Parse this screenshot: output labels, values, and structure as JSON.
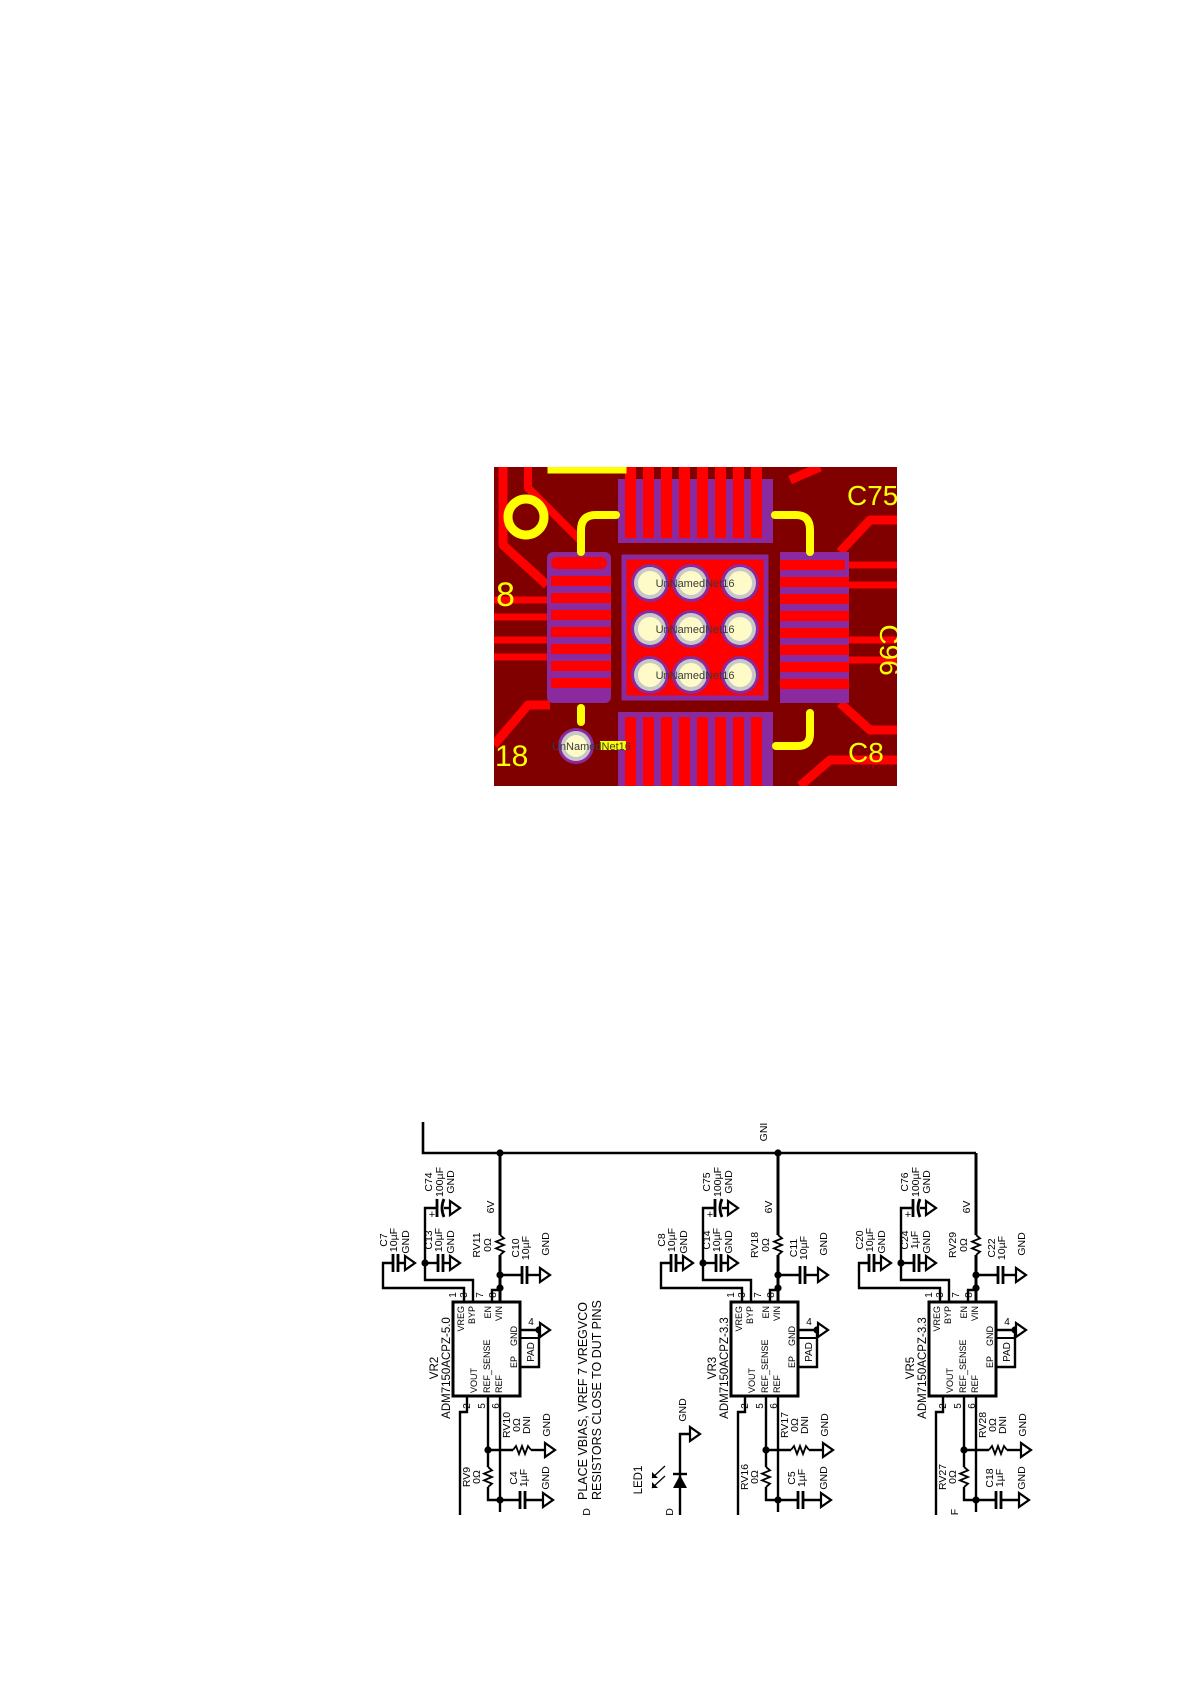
{
  "pcb": {
    "silkscreen": {
      "c75": "C75",
      "c96": "C96",
      "c8": "C8",
      "d8": "8",
      "d18": "18"
    },
    "net_label": "UnNamedNet16",
    "colors": {
      "board": "#800000",
      "copper": "#ff0000",
      "pad_outline": "#8a2a9e",
      "silkscreen": "#ffff00",
      "via_ring": "#c8c8c8",
      "via_hole": "#fffbc8"
    }
  },
  "schematic": {
    "bus_label": "GNI",
    "gnd": "GND",
    "plus": "+",
    "note": [
      "PLACE VBIAS, VREF 7 VREGVCO",
      "RESISTORS CLOSE TO DUT PINS"
    ],
    "pin_labels": {
      "vreg": "VREG",
      "byp": "BYP",
      "en": "EN",
      "vin": "VIN",
      "gnd": "GND",
      "ep": "EP",
      "vout": "VOUT",
      "ref_sense": "REF_SENSE",
      "ref": "REF",
      "pad": "PAD"
    },
    "pin_numbers": {
      "p1": "1",
      "p3": "3",
      "p7": "7",
      "p8": "8",
      "p4": "4",
      "p2": "2",
      "p5": "5",
      "p6": "6"
    },
    "led": {
      "ref": "LED1",
      "gnd": "GND"
    },
    "partial_labels": [
      "D",
      "D",
      "F"
    ],
    "regulators": [
      {
        "ref": "VR2",
        "part": "ADM7150ACPZ-5.0",
        "rail": "6V",
        "c_vreg": {
          "ref": "C7",
          "value": "10µF"
        },
        "c_byp": {
          "ref": "C13",
          "value": "10µF"
        },
        "c_bulk": {
          "ref": "C74",
          "value": "100µF"
        },
        "r_in": {
          "ref": "RV11",
          "value": "0Ω"
        },
        "c_in": {
          "ref": "C10",
          "value": "10µF"
        },
        "r_dni": {
          "ref": "RV10",
          "value": "0Ω",
          "note": "DNI"
        },
        "r_ref": {
          "ref": "RV9",
          "value": "0Ω"
        },
        "c_ref": {
          "ref": "C4",
          "value": "1µF"
        }
      },
      {
        "ref": "VR3",
        "part": "ADM7150ACPZ-3.3",
        "rail": "6V",
        "c_vreg": {
          "ref": "C8",
          "value": "10µF"
        },
        "c_byp": {
          "ref": "C14",
          "value": "10µF"
        },
        "c_bulk": {
          "ref": "C75",
          "value": "100µF"
        },
        "r_in": {
          "ref": "RV18",
          "value": "0Ω"
        },
        "c_in": {
          "ref": "C11",
          "value": "10µF"
        },
        "r_dni": {
          "ref": "RV17",
          "value": "0Ω",
          "note": "DNI"
        },
        "r_ref": {
          "ref": "RV16",
          "value": "0Ω"
        },
        "c_ref": {
          "ref": "C5",
          "value": "1µF"
        }
      },
      {
        "ref": "VR5",
        "part": "ADM7150ACPZ-3.3",
        "rail": "6V",
        "c_vreg": {
          "ref": "C20",
          "value": "10µF"
        },
        "c_byp": {
          "ref": "C24",
          "value": "1µF"
        },
        "c_bulk": {
          "ref": "C76",
          "value": "100µF"
        },
        "r_in": {
          "ref": "RV29",
          "value": "0Ω"
        },
        "c_in": {
          "ref": "C22",
          "value": "10µF"
        },
        "r_dni": {
          "ref": "RV28",
          "value": "0Ω",
          "note": "DNI"
        },
        "r_ref": {
          "ref": "RV27",
          "value": "0Ω"
        },
        "c_ref": {
          "ref": "C18",
          "value": "1µF"
        }
      }
    ]
  }
}
